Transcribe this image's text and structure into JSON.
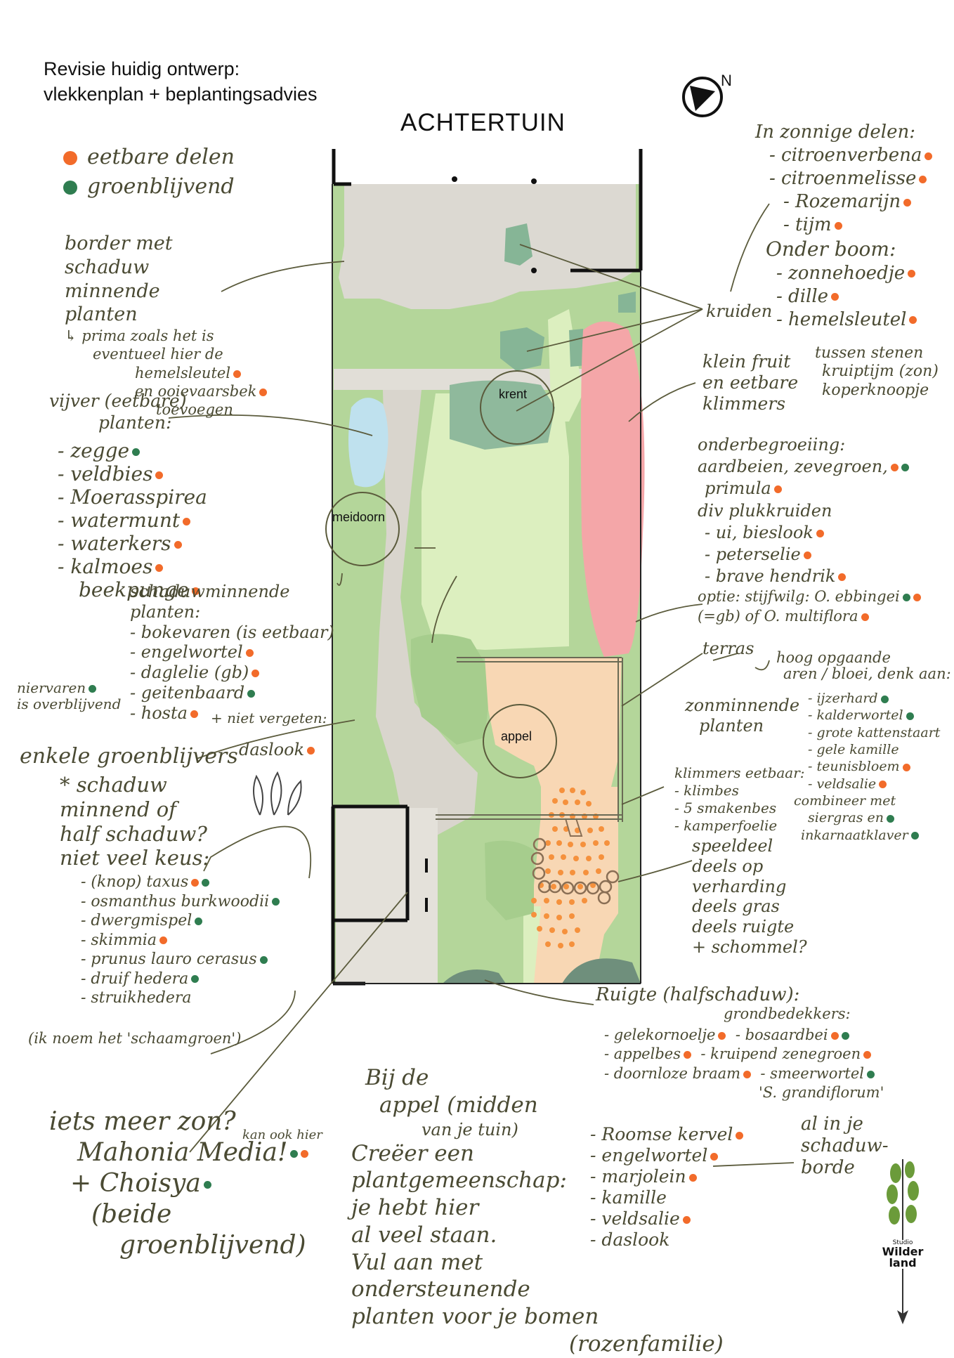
{
  "header": {
    "title_line1": "Revisie huidig ontwerp:",
    "title_line2": "vlekkenplan + beplantingsadvies",
    "garden_title": "ACHTERTUIN",
    "north_label": "N"
  },
  "legend": {
    "items": [
      {
        "label": "eetbare delen",
        "color": "#f26b2a"
      },
      {
        "label": "groenblijvend",
        "color": "#2f7d50"
      }
    ]
  },
  "trees": {
    "krent": "krent",
    "meidoorn": "meidoorn",
    "appel": "appel"
  },
  "notes": {
    "border": {
      "lines": [
        "border met",
        "schaduw",
        "minnende",
        "planten",
        "↳ prima zoals het is",
        "eventueel hier de",
        "hemelsleutel",
        "en ooievaarsbek",
        "toevoegen"
      ]
    },
    "vijver": {
      "heading": [
        "vijver (eetbare)",
        "planten:"
      ],
      "items": [
        {
          "label": "- zegge",
          "dots": [
            "grn"
          ]
        },
        {
          "label": "- veldbies",
          "dots": [
            "org"
          ]
        },
        {
          "label": "- Moerasspirea",
          "dots": []
        },
        {
          "label": "- watermunt",
          "dots": [
            "org"
          ]
        },
        {
          "label": "- waterkers",
          "dots": [
            "org"
          ]
        },
        {
          "label": "- kalmoes",
          "dots": [
            "org"
          ]
        },
        {
          "label": "beekpunge",
          "dots": [
            "org"
          ]
        }
      ]
    },
    "schaduw": {
      "heading": [
        "schaduwminnende",
        "planten:"
      ],
      "items": [
        {
          "label": "- bokevaren (is eetbaar)",
          "dots": [
            "org"
          ]
        },
        {
          "label": "- engelwortel",
          "dots": [
            "org"
          ]
        },
        {
          "label": "- daglelie (gb)",
          "dots": [
            "org"
          ]
        },
        {
          "label": "- geitenbaard",
          "dots": [
            "grn"
          ]
        },
        {
          "label": "- hosta",
          "dots": [
            "org"
          ]
        }
      ],
      "side_note": [
        "niervaren",
        "is overblijvend"
      ],
      "reminder": "+ niet vergeten:",
      "daslook": "daslook"
    },
    "groenblijvers": {
      "heading": "enkele groenblijvers",
      "sub": [
        "* schaduw",
        "minnend of",
        "half schaduw?",
        "niet veel keus:"
      ],
      "items": [
        {
          "label": "- (knop) taxus",
          "dots": [
            "org",
            "grn"
          ]
        },
        {
          "label": "- osmanthus burkwoodii",
          "dots": [
            "grn"
          ]
        },
        {
          "label": "- dwergmispel",
          "dots": [
            "grn"
          ]
        },
        {
          "label": "- skimmia",
          "dots": [
            "org"
          ]
        },
        {
          "label": "- prunus lauro cerasus",
          "dots": [
            "grn"
          ]
        },
        {
          "label": "- druif hedera",
          "dots": [
            "grn"
          ]
        },
        {
          "label": "- struikhedera",
          "dots": []
        }
      ],
      "footer": "(ik noem het 'schaamgroen')"
    },
    "zon": {
      "lines": [
        "iets meer zon?",
        "Mahonia Media!",
        "+ Choisya",
        "(beide",
        "groenblijvend)"
      ],
      "aside": "kan ook hier"
    },
    "appel_midden": {
      "lines": [
        "Bij de",
        "appel (midden",
        "van je tuin)",
        "Creëer een",
        "plantgemeenschap:",
        "je hebt hier",
        "al veel staan.",
        "Vul aan met",
        "ondersteunende",
        "planten voor je bomen",
        "(rozenfamilie)"
      ]
    },
    "ondersteunend": {
      "items": [
        {
          "label": "- Roomse kervel",
          "dots": [
            "org"
          ]
        },
        {
          "label": "- engelwortel",
          "dots": [
            "org"
          ]
        },
        {
          "label": "- marjolein",
          "dots": [
            "org"
          ]
        },
        {
          "label": "- kamille",
          "dots": []
        },
        {
          "label": "- veldsalie",
          "dots": [
            "org"
          ]
        },
        {
          "label": "- daslook",
          "dots": []
        }
      ],
      "aside": [
        "al in je",
        "schaduw-",
        "borde"
      ]
    },
    "kruiden": {
      "label": "kruiden",
      "heading": "In zonnige delen:",
      "items": [
        {
          "label": "- citroenverbena",
          "dots": [
            "org"
          ]
        },
        {
          "label": "- citroenmelisse",
          "dots": [
            "org"
          ]
        },
        {
          "label": "- Rozemarijn",
          "dots": [
            "org"
          ]
        },
        {
          "label": "- tijm",
          "dots": [
            "org"
          ]
        }
      ],
      "heading2": "Onder boom:",
      "items2": [
        {
          "label": "- zonnehoedje",
          "dots": [
            "org"
          ]
        },
        {
          "label": "- dille",
          "dots": [
            "org"
          ]
        },
        {
          "label": "- hemelsleutel",
          "dots": [
            "org"
          ]
        }
      ],
      "stones": [
        "tussen stenen",
        "kruiptijm (zon)",
        "koperknoopje"
      ]
    },
    "kleinfruit": {
      "lines": [
        "klein fruit",
        "en eetbare",
        "klimmers"
      ],
      "heading": "onderbegroeiing:",
      "items": [
        {
          "label": "aardbeien, zevegroen,",
          "dots": [
            "org",
            "grn"
          ]
        },
        {
          "label": "primula",
          "dots": [
            "org"
          ]
        },
        {
          "label": "div plukkruiden",
          "dots": []
        },
        {
          "label": "- ui, bieslook",
          "dots": [
            "org"
          ]
        },
        {
          "label": "- peterselie",
          "dots": [
            "org"
          ]
        },
        {
          "label": "- brave hendrik",
          "dots": [
            "org"
          ]
        },
        {
          "label": "optie: stijfwilg: O. ebbingei",
          "dots": [
            "grn",
            "org"
          ]
        },
        {
          "label": "(=gb) of O. multiflora",
          "dots": [
            "org"
          ]
        }
      ]
    },
    "terras": {
      "label": "terras",
      "zon_label": [
        "zonminnende",
        "planten"
      ],
      "heading": [
        "hoog opgaande",
        "aren / bloei, denk aan:"
      ],
      "items": [
        {
          "label": "- ijzerhard",
          "dots": [
            "grn"
          ]
        },
        {
          "label": "- kalderwortel",
          "dots": [
            "grn"
          ]
        },
        {
          "label": "- grote kattenstaart",
          "dots": []
        },
        {
          "label": "- gele kamille",
          "dots": []
        },
        {
          "label": "- teunisbloem",
          "dots": [
            "org"
          ]
        },
        {
          "label": "- veldsalie",
          "dots": [
            "org"
          ]
        },
        {
          "label": "combineer met",
          "dots": []
        },
        {
          "label": "siergras en",
          "dots": [
            "grn"
          ]
        },
        {
          "label": "inkarnaatklaver",
          "dots": [
            "grn"
          ]
        }
      ]
    },
    "klimmers": {
      "heading": "klimmers eetbaar:",
      "items": [
        {
          "label": "- klimbes",
          "dots": []
        },
        {
          "label": "- 5 smakenbes",
          "dots": []
        },
        {
          "label": "- kamperfoelie",
          "dots": []
        }
      ]
    },
    "speeldeel": {
      "lines": [
        "speeldeel",
        "deels op",
        "verharding",
        "deels gras",
        "deels ruigte",
        "+ schommel?"
      ]
    },
    "ruigte": {
      "heading": "Ruigte (halfschaduw):",
      "sub": "grondbedekkers:",
      "items": [
        {
          "label": "- gelekornoelje",
          "dots": [
            "org"
          ]
        },
        {
          "label": "- bosaardbei",
          "dots": [
            "org",
            "grn"
          ]
        },
        {
          "label": "- appelbes",
          "dots": [
            "org"
          ]
        },
        {
          "label": "- kruipend zenegroen",
          "dots": [
            "org"
          ]
        },
        {
          "label": "- doornloze braam",
          "dots": [
            "org"
          ]
        },
        {
          "label": "- smeerwortel",
          "dots": [
            "grn"
          ]
        },
        {
          "label": "'S. grandiflorum'",
          "dots": []
        }
      ]
    }
  },
  "logo": {
    "line1": "Studio",
    "line2": "Wilder",
    "line3": "land"
  },
  "colors": {
    "paving": "#dcd9d2",
    "lawn_green": "#a9cf8b",
    "light_green": "#dcefbf",
    "dark_green": "#7fae87",
    "pond": "#bde0ee",
    "pink_border": "#f4a6a8",
    "terrace_peach": "#f8d7b4",
    "orange_dot": "#f5913d",
    "line": "#5b5b3c"
  }
}
